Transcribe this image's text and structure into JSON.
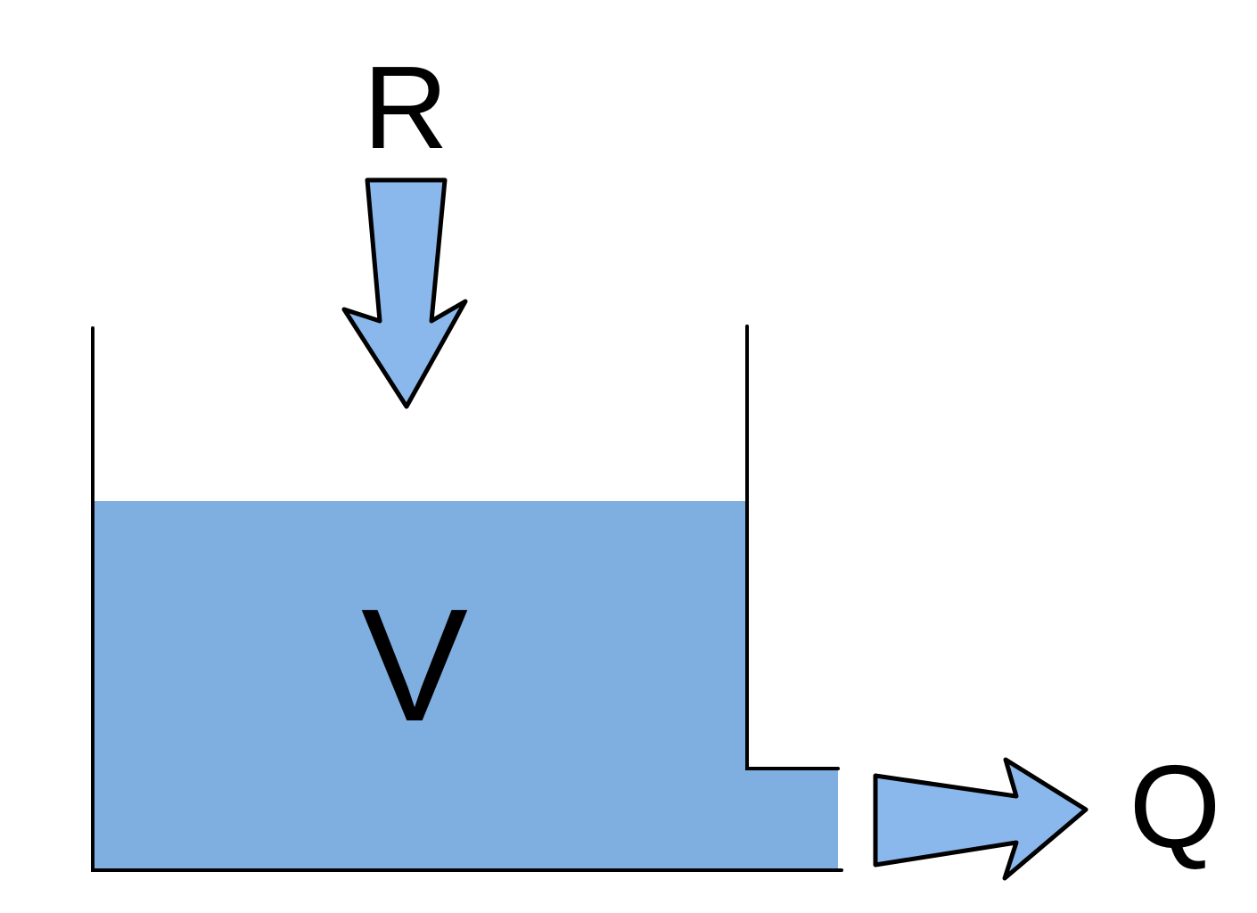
{
  "labels": {
    "inflow": "R",
    "volume": "V",
    "outflow": "Q"
  },
  "colors": {
    "water": "#7faee0",
    "arrow": "#8ab8ec",
    "outline": "#000000",
    "background": "#ffffff"
  }
}
